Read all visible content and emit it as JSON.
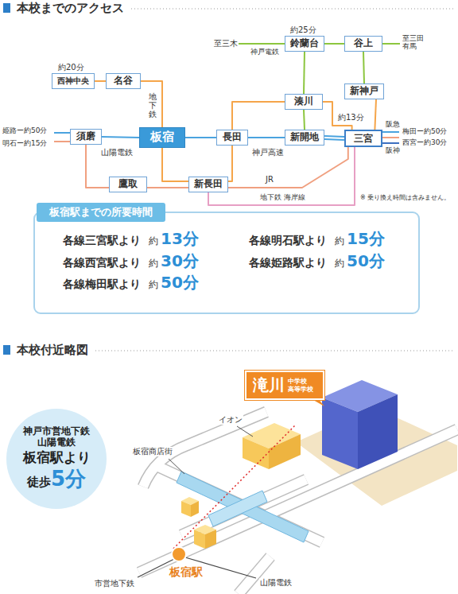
{
  "diagram": {
    "title": "本校までのアクセス",
    "nodes": [
      {
        "text": [
          "西神中央"
        ]
      },
      {
        "text": [
          "名谷"
        ]
      },
      {
        "text": [
          "鈴蘭台"
        ]
      },
      {
        "text": [
          "谷上"
        ]
      },
      {
        "text": [
          "湊川"
        ]
      },
      {
        "text": [
          "新神戸"
        ]
      },
      {
        "text": [
          "須磨"
        ]
      },
      {
        "text": [
          "板宿"
        ]
      },
      {
        "text": [
          "長田"
        ]
      },
      {
        "text": [
          "新開地"
        ]
      },
      {
        "text": [
          "三宮"
        ]
      },
      {
        "text": [
          "鷹取"
        ]
      },
      {
        "text": [
          "新長田"
        ]
      },
      {
        "text": [
          "板宿駅までの所要時間"
        ]
      },
      {
        "text": [
          "神戸市営地下鉄 山陽電鉄",
          "板宿駅より",
          "徒歩",
          "5分"
        ]
      },
      {
        "text": [
          "滝川",
          "中学校 高等学校"
        ]
      }
    ],
    "edges": [
      {
        "from": 0,
        "to": 1,
        "arrow": "none"
      },
      {
        "from": 1,
        "to": 7,
        "arrow": "none"
      },
      {
        "from": 7,
        "to": 12,
        "arrow": "none"
      },
      {
        "from": 12,
        "to": 8,
        "arrow": "none"
      },
      {
        "from": 8,
        "to": 4,
        "arrow": "none"
      },
      {
        "from": 4,
        "to": 10,
        "arrow": "none"
      },
      {
        "from": 5,
        "to": 10,
        "arrow": "none"
      },
      {
        "from": 2,
        "to": 3,
        "arrow": "none"
      },
      {
        "from": 2,
        "to": 4,
        "arrow": "none"
      },
      {
        "from": 4,
        "to": 9,
        "arrow": "none"
      },
      {
        "from": 3,
        "to": 5,
        "arrow": "none"
      },
      {
        "from": 6,
        "to": 7,
        "label": "山陽電鉄",
        "arrow": "none"
      },
      {
        "from": 7,
        "to": 8,
        "arrow": "none"
      },
      {
        "from": 8,
        "to": 9,
        "label": "神戸高速",
        "arrow": "none"
      },
      {
        "from": 9,
        "to": 10,
        "arrow": "none"
      },
      {
        "from": 6,
        "to": 11,
        "arrow": "none"
      },
      {
        "from": 11,
        "to": 12,
        "arrow": "none"
      },
      {
        "from": 12,
        "to": 10,
        "label": "JR",
        "arrow": "none"
      },
      {
        "from": 12,
        "to": 10,
        "label": "地下鉄 海岸線",
        "arrow": "none"
      }
    ],
    "labels": [
      "約20分",
      "至三木",
      "神戸電鉄",
      "約25分",
      "至三田 有馬",
      "地下鉄",
      "姫路ー約50分",
      "明石ー約15分",
      "約13分",
      "阪急",
      "梅田ー約50分",
      "西宮ー約30分",
      "阪神",
      "※ 乗り換え時間は含みません。",
      "各線三宮駅より",
      "約",
      "13分",
      "各線明石駅より",
      "約",
      "15分",
      "各線西宮駅より",
      "約",
      "30分",
      "各線姫路駅より",
      "約",
      "50分",
      "各線梅田駅より",
      "約",
      "50分",
      "本校付近略図",
      "イオン",
      "板宿商店街",
      "板宿駅",
      "市営地下鉄",
      "山陽電鉄"
    ]
  }
}
